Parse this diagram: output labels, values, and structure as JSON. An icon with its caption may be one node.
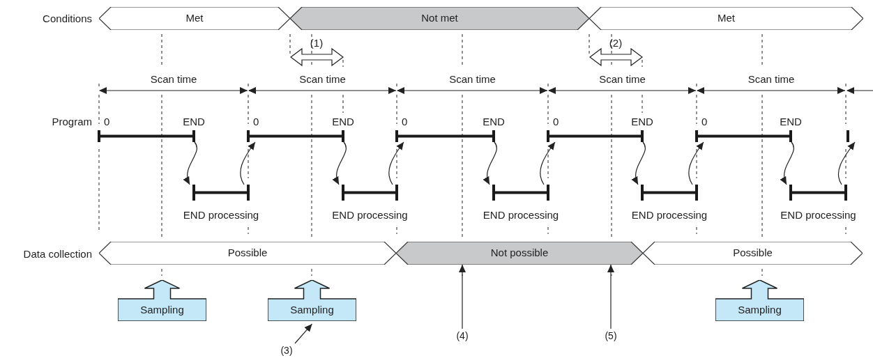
{
  "diagram": {
    "nodes": [
      {
        "text": [
          "Met"
        ]
      },
      {
        "text": [
          "Not met"
        ]
      },
      {
        "text": [
          "Met"
        ]
      },
      {
        "text": [
          "Possible"
        ]
      },
      {
        "text": [
          "Not possible"
        ]
      },
      {
        "text": [
          "Possible"
        ]
      },
      {
        "text": [
          "Sampling"
        ]
      },
      {
        "text": [
          "Sampling"
        ]
      },
      {
        "text": [
          "Sampling"
        ]
      },
      {
        "text": [
          "(3)"
        ]
      },
      {
        "text": [
          "(4)"
        ]
      },
      {
        "text": [
          "(5)"
        ]
      },
      {
        "text": [],
        "shape": "bar"
      },
      {
        "text": [],
        "shape": "bar"
      },
      {
        "text": [],
        "shape": "bar"
      },
      {
        "text": [],
        "shape": "bar"
      },
      {
        "text": [],
        "shape": "bar"
      },
      {
        "text": [],
        "shape": "bar"
      },
      {
        "text": [],
        "shape": "bar"
      },
      {
        "text": [],
        "shape": "bar"
      },
      {
        "text": [],
        "shape": "bar"
      },
      {
        "text": [],
        "shape": "bar"
      },
      {
        "text": [],
        "shape": "bar"
      }
    ],
    "edges": [
      {
        "from": 9,
        "to": 7,
        "arrow": "to"
      },
      {
        "from": 10,
        "to": 4,
        "arrow": "to"
      },
      {
        "from": 11,
        "to": 4,
        "arrow": "to"
      },
      {
        "from": 12,
        "to": 18,
        "arrow": "to"
      },
      {
        "from": 18,
        "to": 13,
        "arrow": "to"
      },
      {
        "from": 13,
        "to": 19,
        "arrow": "to"
      },
      {
        "from": 19,
        "to": 14,
        "arrow": "to"
      },
      {
        "from": 14,
        "to": 20,
        "arrow": "to"
      },
      {
        "from": 20,
        "to": 15,
        "arrow": "to"
      },
      {
        "from": 15,
        "to": 21,
        "arrow": "to"
      },
      {
        "from": 21,
        "to": 16,
        "arrow": "to"
      },
      {
        "from": 16,
        "to": 22,
        "arrow": "to"
      },
      {
        "from": 22,
        "to": 17,
        "arrow": "to"
      }
    ],
    "labels": [
      "Conditions",
      "(1)",
      "(2)",
      "Scan time",
      "Scan time",
      "Scan time",
      "Scan time",
      "Scan time",
      "Program",
      "0",
      "END",
      "0",
      "END",
      "0",
      "END",
      "0",
      "END",
      "0",
      "END",
      "END processing",
      "END processing",
      "END processing",
      "END processing",
      "END processing",
      "Data collection"
    ]
  }
}
